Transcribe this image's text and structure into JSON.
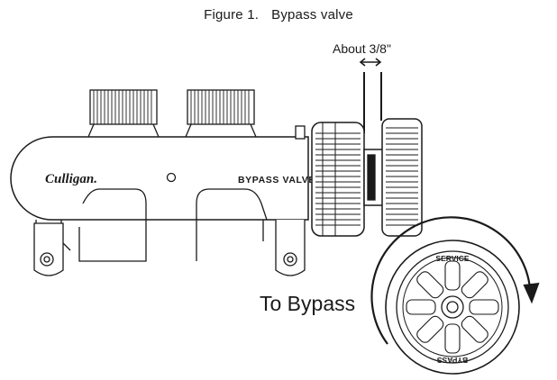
{
  "figure": {
    "number": "Figure 1.",
    "title": "Bypass valve"
  },
  "labels": {
    "measurement": "About 3/8\"",
    "direction": "To Bypass",
    "brand": "Culligan.",
    "body_text": "BYPASS VALVE",
    "knob_top": "SERVICE",
    "knob_bottom": "BYPASS"
  },
  "icons": [
    "double-arrow-icon",
    "rotation-arrow-icon"
  ],
  "colors": {
    "line": "#1a1a1a",
    "fill": "#ffffff",
    "shade": "#d9d9d9"
  }
}
